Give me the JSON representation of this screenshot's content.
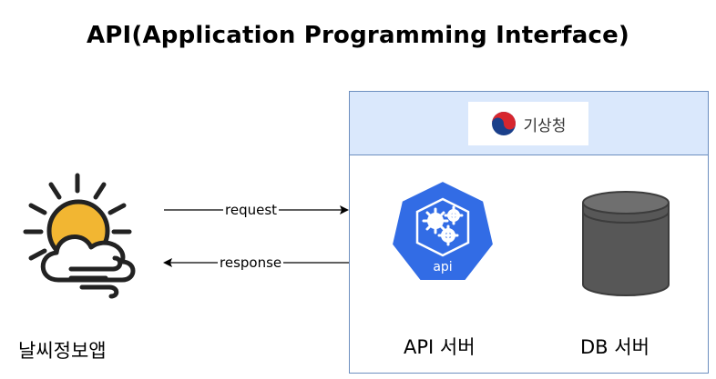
{
  "title": "API(Application Programming Interface)",
  "client": {
    "label": "날씨정보앱",
    "icon": "weather-sun-cloud-icon"
  },
  "arrows": {
    "request_label": "request",
    "response_label": "response"
  },
  "server_group": {
    "org_name": "기상청",
    "org_logo": "kma-logo-icon",
    "fill_color": "#dae8fc",
    "border_color": "#6c8ebf",
    "api_server": {
      "label": "API 서버",
      "icon_text": "api",
      "icon": "kubernetes-api-icon",
      "color": "#326ce5"
    },
    "db_server": {
      "label": "DB 서버",
      "icon": "database-cylinder-icon",
      "color": "#575757"
    }
  }
}
